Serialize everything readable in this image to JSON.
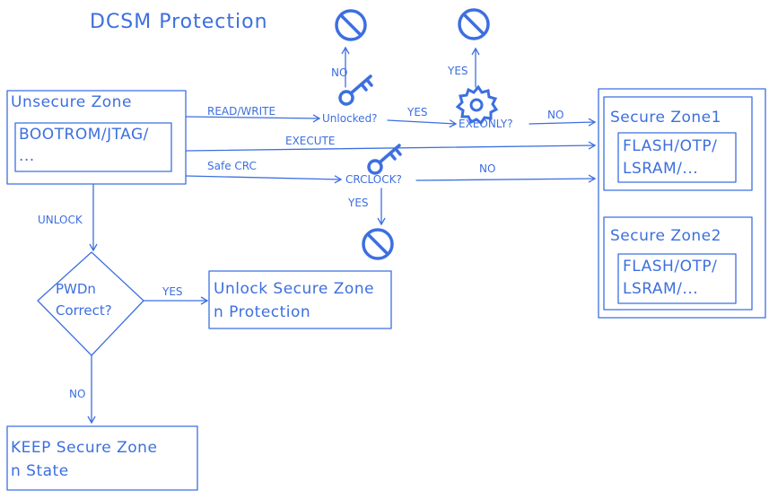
{
  "title": "DCSM Protection",
  "nodes": {
    "unsecure_zone": "Unsecure Zone",
    "unsecure_inner_1": "BOOTROM/JTAG/",
    "unsecure_inner_2": "...",
    "unlocked_q": "Unlocked?",
    "exeonly_q": "EXEONLY?",
    "crclock_q": "CRCLOCK?",
    "secure_zone1": "Secure Zone1",
    "secure_zone1_inner_1": "FLASH/OTP/",
    "secure_zone1_inner_2": "LSRAM/...",
    "secure_zone2": "Secure Zone2",
    "secure_zone2_inner_1": "FLASH/OTP/",
    "secure_zone2_inner_2": "LSRAM/...",
    "pwd_line1": "PWDn",
    "pwd_line2": "Correct?",
    "unlock_box_1": "Unlock Secure Zone",
    "unlock_box_2": "n Protection",
    "keep_box_1": "KEEP Secure Zone",
    "keep_box_2": "n State"
  },
  "edges": {
    "read_write": "READ/WRITE",
    "execute": "EXECUTE",
    "safe_crc": "Safe CRC",
    "unlock": "UNLOCK",
    "no_unlocked": "NO",
    "yes_unlocked": "YES",
    "yes_exeonly": "YES",
    "no_exeonly": "NO",
    "no_crclock": "NO",
    "yes_crclock": "YES",
    "yes_pwd": "YES",
    "no_pwd": "NO"
  },
  "icons": [
    "blocked-icon",
    "key-icon",
    "gear-icon"
  ],
  "colors": {
    "stroke": "#3c6fe0"
  }
}
